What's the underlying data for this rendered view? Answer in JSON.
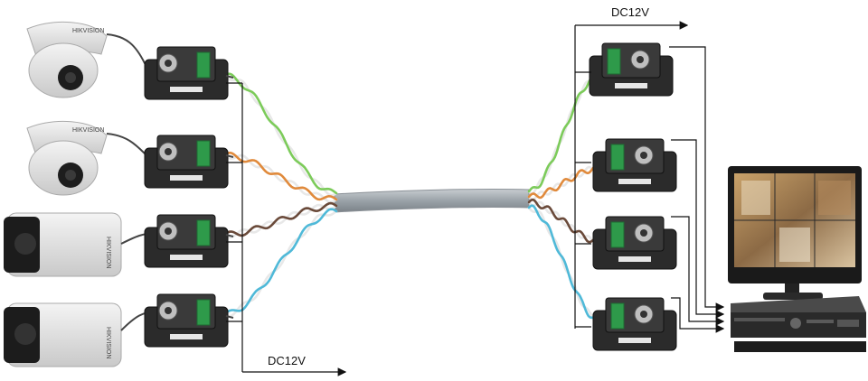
{
  "labels": {
    "power_left": "DC12V",
    "power_right": "DC12V",
    "camera_brand": "HIKVISION"
  },
  "colors": {
    "pair_1": "#7ccb5a",
    "pair_2": "#e08a3c",
    "pair_3": "#6a4a3a",
    "pair_4": "#4fb9d8",
    "cable": "#9aa2a8",
    "balun": "#2b2b2b",
    "terminal": "#2e9a4a"
  },
  "cameras": [
    {
      "type": "dome",
      "name": "dome-camera-1"
    },
    {
      "type": "dome",
      "name": "dome-camera-2"
    },
    {
      "type": "bullet",
      "name": "bullet-camera-1"
    },
    {
      "type": "bullet",
      "name": "bullet-camera-2"
    }
  ],
  "icons": [
    "bnc-connector-icon",
    "terminal-block-icon",
    "arrow-right-icon",
    "dvr-icon",
    "monitor-icon"
  ]
}
